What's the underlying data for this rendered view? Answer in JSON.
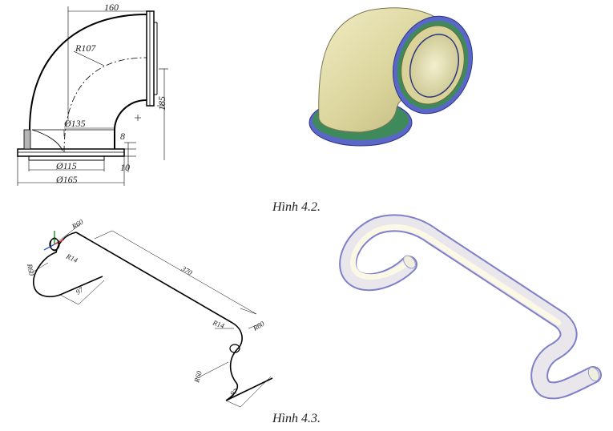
{
  "figure_42": {
    "caption": "Hình 4.2.",
    "dims": {
      "width_top": "160",
      "radius": "R107",
      "height": "185",
      "dia_inner_top": "Ø135",
      "flange_thk": "8",
      "dia_115": "Ø115",
      "gap_10": "10",
      "dia_165": "Ø165"
    }
  },
  "figure_43": {
    "caption": "Hình 4.3.",
    "dims": {
      "r60_top": "R60",
      "r14_left": "R14",
      "r60_left": "R60",
      "len_97_left": "97",
      "len_370": "370",
      "r14_right": "R14",
      "r60_right": "R60",
      "r60_bottom": "R60",
      "len_97_right": "97"
    }
  },
  "colors": {
    "pipe_body": "#e2dca6",
    "flange_blue": "#5b66c9",
    "flange_green": "#3f8a5a",
    "tube_light": "#f6f3dc",
    "tube_shadow": "#7f80c8"
  }
}
